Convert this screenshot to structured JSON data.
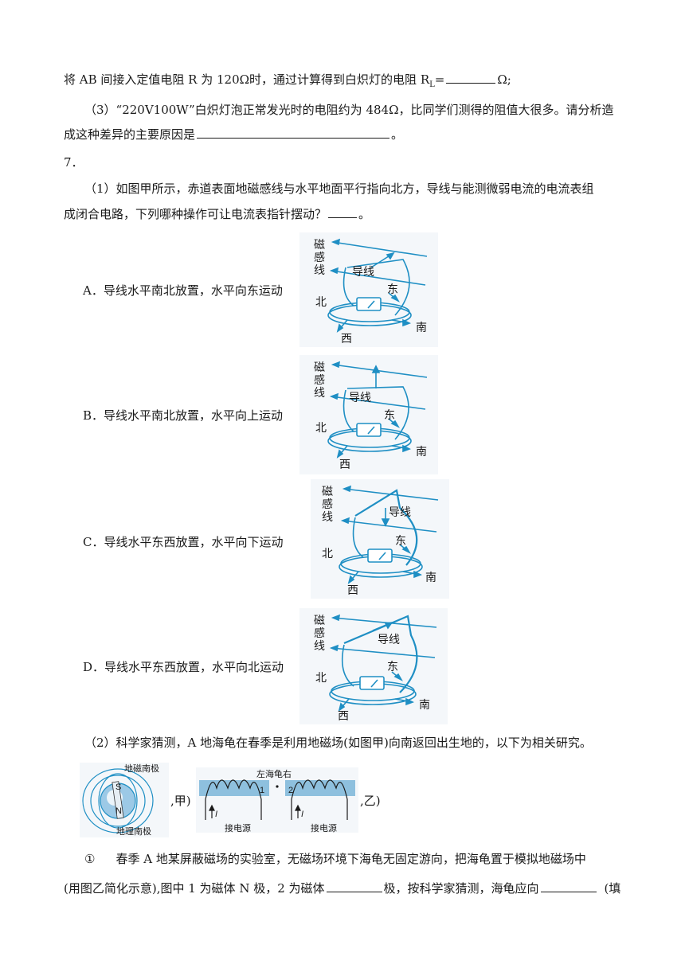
{
  "line1": {
    "text": "将 AB 间接入定值电阻 R 为 120Ω时，通过计算得到白炽灯的电阻 R",
    "sub": "L",
    "after": "=",
    "unit": "Ω;"
  },
  "line2": {
    "text": "（3）“220V100W”白炽灯泡正常发光时的电阻约为 484Ω，比同学们测得的阻值大很多。请分析造"
  },
  "line3": {
    "text": "成这种差异的主要原因是",
    "end": "。"
  },
  "q7": {
    "number": "7．"
  },
  "q7_1": {
    "line_a": "（1）如图甲所示，赤道表面地磁感线与水平地面平行指向北方，导线与能测微弱电流的电流表组",
    "line_b": "成闭合电路，下列哪种操作可让电流表指针摆动？",
    "line_b_end": "。"
  },
  "options": [
    {
      "label": "A．导线水平南北放置，水平向东运动"
    },
    {
      "label": "B．导线水平南北放置，水平向上运动"
    },
    {
      "label": "C．导线水平东西放置，水平向下运动"
    },
    {
      "label": "D．导线水平东西放置，水平向北运动"
    }
  ],
  "figure_labels": {
    "field": [
      "磁",
      "感",
      "线"
    ],
    "wire": "导线",
    "east": "东",
    "north": "北",
    "south": "南",
    "west": "西"
  },
  "q7_2": {
    "text": "（2）科学家猜测，A 地海龟在春季是利用地磁场(如图甲)向南返回出生地的，以下为相关研究。"
  },
  "fig2": {
    "jia_caption": ",甲)",
    "yi_caption": ",乙)",
    "geo_south_pole_mag": "地磁南极",
    "geo_south_pole": "地理南极",
    "S": "S",
    "N": "N",
    "turtle_label": "左海龟右",
    "pole1": "1",
    "pole2": "2",
    "current": "I",
    "power_left": "接电源",
    "power_right": "接电源"
  },
  "q7_2_1": {
    "marker": "①",
    "line_a": "春季 A 地某屏蔽磁场的实验室，无磁场环境下海龟无固定游向，把海龟置于模拟地磁场中",
    "line_b_start": "(用图乙简化示意),图中 1 为磁体 N 极，2 为磁体",
    "line_b_mid": "极，按科学家猜测，海龟应向",
    "line_b_end": "(填"
  },
  "colors": {
    "accent": "#1f8fc4",
    "figure_bg": "#eef4f8",
    "text": "#1a1a1a"
  }
}
